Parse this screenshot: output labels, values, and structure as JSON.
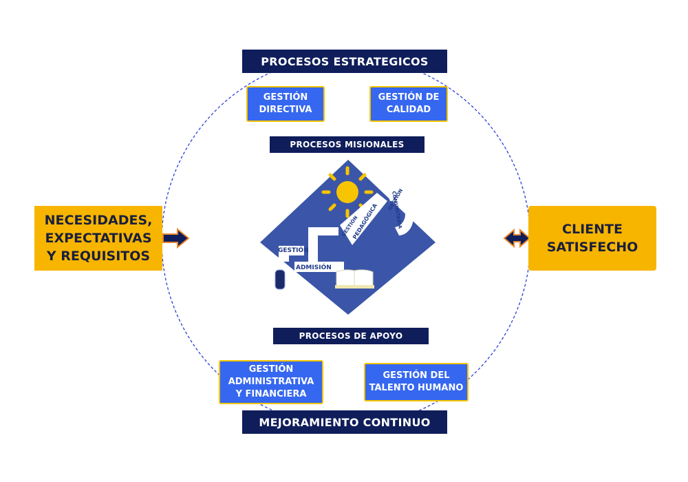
{
  "strategic": {
    "title": "PROCESOS ESTRATEGICOS",
    "directiva": [
      "GESTIÓN",
      "DIRECTIVA"
    ],
    "calidad": [
      "GESTIÓN DE",
      "CALIDAD"
    ]
  },
  "misionales": {
    "title": "PROCESOS MISIONALES",
    "admision": [
      "GESTIÓN",
      "ADMISIÓN"
    ],
    "pedagogica": [
      "GESTIÓN",
      "PEDAGÓGICA"
    ],
    "comunitaria": [
      "GESTIÓN",
      "COMUNITARIA"
    ]
  },
  "apoyo": {
    "title": "PROCESOS DE APOYO",
    "administrativa": [
      "GESTIÓN",
      "ADMINISTRATIVA",
      "Y FINANCIERA"
    ],
    "talento": [
      "GESTIÓN DEL",
      "TALENTO HUMANO"
    ]
  },
  "mejora": {
    "title": "MEJORAMIENTO CONTINUO"
  },
  "input": {
    "lines": [
      "NECESIDADES,",
      "EXPECTATIVAS",
      "Y REQUISITOS"
    ]
  },
  "output": {
    "lines": [
      "CLIENTE",
      "SATISFECHO"
    ]
  },
  "colors": {
    "navy": "#0f1d5a",
    "blue": "#3567f0",
    "gold": "#f7b500",
    "border": "#f6c400",
    "diamond": "#3b56a8"
  }
}
